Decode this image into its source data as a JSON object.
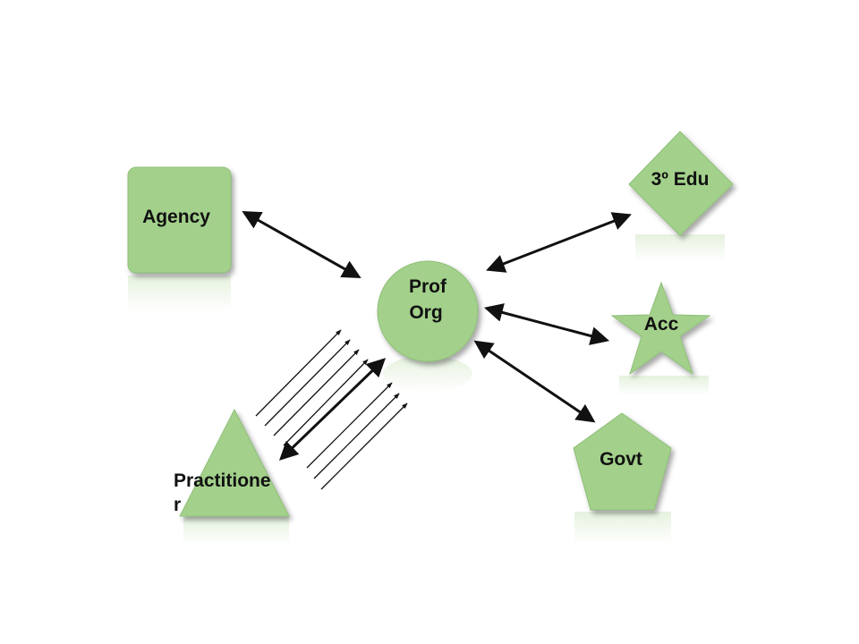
{
  "colors": {
    "shape_fill": "#a3d18b",
    "shape_stroke": "#8fbf78",
    "arrow": "#111111",
    "line": "#111111"
  },
  "nodes": {
    "agency": {
      "label": "Agency",
      "shape": "rounded-square"
    },
    "prof_org": {
      "label_line1": "Prof",
      "label_line2": "Org",
      "shape": "circle"
    },
    "edu": {
      "label": "3º Edu",
      "shape": "diamond"
    },
    "acc": {
      "label": "Acc",
      "shape": "star"
    },
    "govt": {
      "label": "Govt",
      "shape": "pentagon"
    },
    "practitioner": {
      "label_line1": "Practitione",
      "label_line2": "r",
      "shape": "triangle"
    }
  },
  "connections": [
    {
      "from": "Agency",
      "to": "Prof Org",
      "type": "bidirectional"
    },
    {
      "from": "Prof Org",
      "to": "3º Edu",
      "type": "bidirectional"
    },
    {
      "from": "Prof Org",
      "to": "Acc",
      "type": "bidirectional"
    },
    {
      "from": "Prof Org",
      "to": "Govt",
      "type": "bidirectional"
    },
    {
      "from": "Practitioner",
      "to": "Prof Org",
      "type": "bidirectional"
    },
    {
      "from": "Practitioner",
      "to": "Prof Org",
      "type": "parallel-lines-one-way"
    }
  ]
}
